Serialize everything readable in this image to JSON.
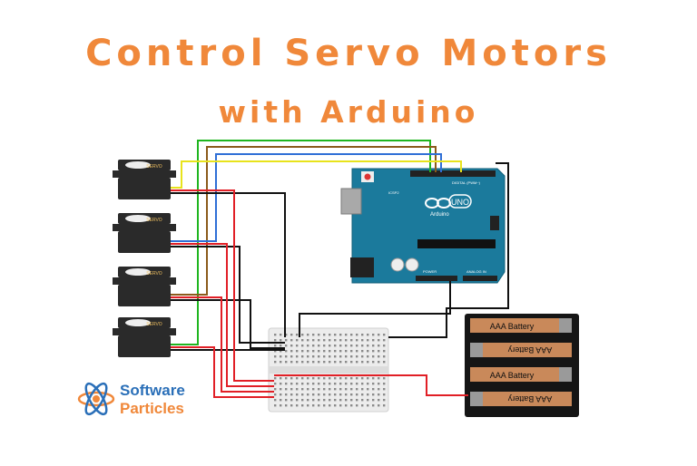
{
  "title": {
    "line1": "Control Servo Motors",
    "line2": "with Arduino"
  },
  "servo_label": "SERVO",
  "arduino": {
    "brand": "Arduino",
    "model": "UNO",
    "header_label": "DIGITAL (PWM~)",
    "power_label": "POWER",
    "analog_label": "ANALOG IN",
    "icsp_label": "ICSP2"
  },
  "battery_label": "AAA Battery",
  "logo": {
    "line1": "Software",
    "line2": "Particles"
  },
  "colors": {
    "title": "#f0883a",
    "board": "#1b7a9c",
    "battery": "#c9895a",
    "wire_green": "#1fb51f",
    "wire_brown": "#8b5a1b",
    "wire_blue": "#2f6fd6",
    "wire_yellow": "#e8e31c",
    "wire_red": "#e11f26",
    "wire_black": "#111111"
  }
}
